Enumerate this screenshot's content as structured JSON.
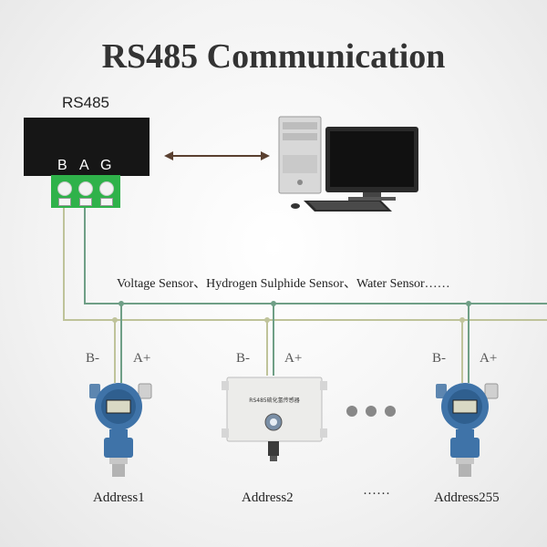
{
  "title": "RS485 Communication",
  "rs485_label": "RS485",
  "pins": [
    "B",
    "A",
    "G"
  ],
  "sensor_types_text": "Voltage Sensor、Hydrogen Sulphide Sensor、Water Sensor……",
  "polarity": {
    "b": "B-",
    "a": "A+"
  },
  "devices": [
    {
      "address": "Address1",
      "type": "pressure-transmitter"
    },
    {
      "address": "Address2",
      "type": "wall-mounted-sensor",
      "label": "RS485硫化氢传感器"
    },
    {
      "address": "Address255",
      "type": "pressure-transmitter"
    }
  ],
  "ellipsis": "······",
  "colors": {
    "bus_a": "#6f9f86",
    "bus_b": "#bfc39a",
    "terminal": "#2fb24a",
    "module": "#161616",
    "arrow": "#5a4030"
  }
}
